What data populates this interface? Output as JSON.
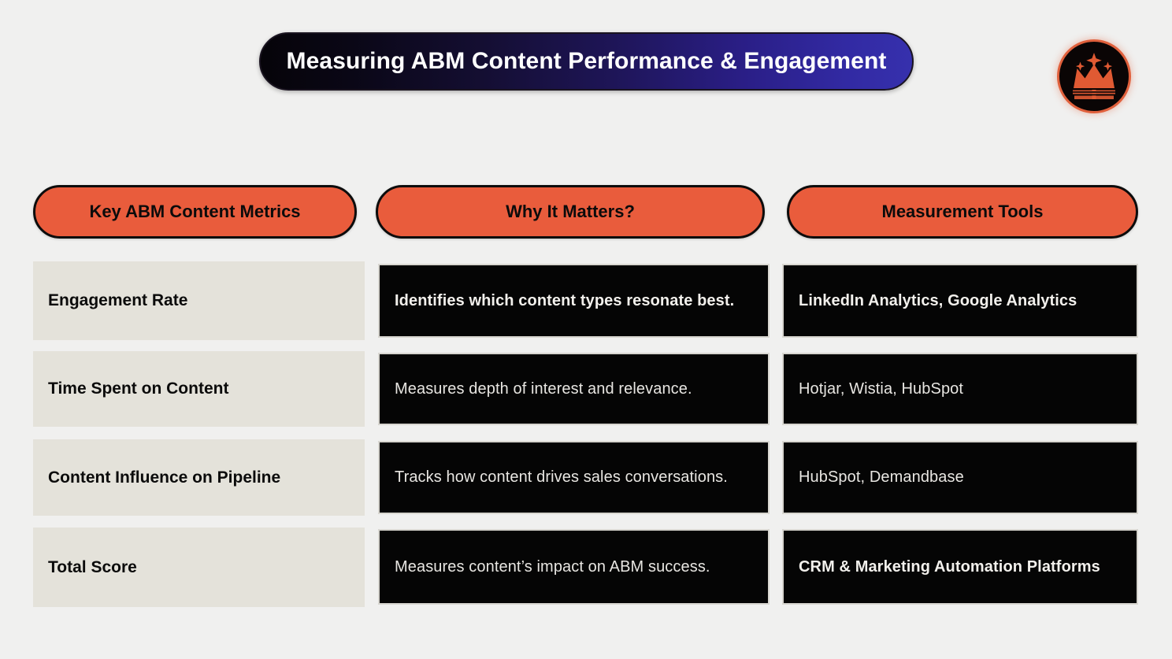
{
  "header": {
    "title": "Measuring ABM Content Performance & Engagement",
    "logo_icon": "crown-logo-icon",
    "colors": {
      "banner_gradient_start": "#060409",
      "banner_gradient_end": "#3630ad",
      "accent_orange": "#e95c3c",
      "logo_ring": "#e0603c",
      "page_background": "#f0f0ef"
    }
  },
  "table": {
    "columns": [
      {
        "label": "Key ABM Content Metrics"
      },
      {
        "label": "Why It Matters?"
      },
      {
        "label": "Measurement Tools"
      }
    ],
    "rows": [
      {
        "metric": "Engagement Rate",
        "why": "Identifies which content types resonate best.",
        "tools": "LinkedIn Analytics, Google Analytics",
        "why_bold": true,
        "tools_bold": true
      },
      {
        "metric": "Time Spent on Content",
        "why": "Measures depth of interest and relevance.",
        "tools": "Hotjar, Wistia, HubSpot",
        "why_bold": false,
        "tools_bold": false
      },
      {
        "metric": "Content Influence on Pipeline",
        "why": "Tracks how content drives sales conversations.",
        "tools": "HubSpot, Demandbase",
        "why_bold": false,
        "tools_bold": false
      },
      {
        "metric": "Total Score",
        "why": "Measures content’s impact on ABM success.",
        "tools": "CRM & Marketing Automation Platforms",
        "why_bold": false,
        "tools_bold": true
      }
    ]
  }
}
